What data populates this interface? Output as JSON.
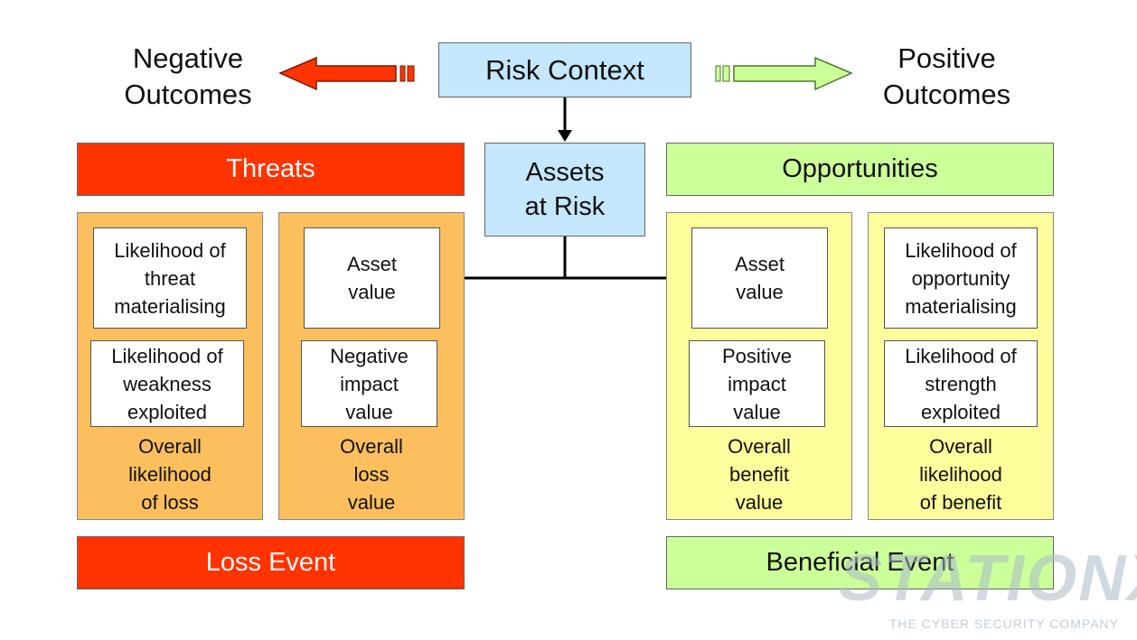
{
  "header": {
    "negative_line1": "Negative",
    "negative_line2": "Outcomes",
    "positive_line1": "Positive",
    "positive_line2": "Outcomes",
    "risk_context": "Risk Context"
  },
  "assets": {
    "line1": "Assets",
    "line2": "at Risk"
  },
  "threats": {
    "title": "Threats",
    "likelihood_threat": [
      "Likelihood of",
      "threat",
      "materialising"
    ],
    "likelihood_weakness": [
      "Likelihood of",
      "weakness",
      "exploited"
    ],
    "overall_likelihood": [
      "Overall",
      "likelihood",
      "of loss"
    ],
    "asset_value": [
      "Asset",
      "value"
    ],
    "negative_impact": [
      "Negative",
      "impact",
      "value"
    ],
    "overall_loss": [
      "Overall",
      "loss",
      "value"
    ],
    "event": "Loss Event"
  },
  "opportunities": {
    "title": "Opportunities",
    "asset_value": [
      "Asset",
      "value"
    ],
    "positive_impact": [
      "Positive",
      "impact",
      "value"
    ],
    "overall_benefit": [
      "Overall",
      "benefit",
      "value"
    ],
    "likelihood_opportunity": [
      "Likelihood of",
      "opportunity",
      "materialising"
    ],
    "likelihood_strength": [
      "Likelihood of",
      "strength",
      "exploited"
    ],
    "overall_likelihood": [
      "Overall",
      "likelihood",
      "of benefit"
    ],
    "event": "Beneficial Event"
  },
  "watermark": {
    "brand": "STATIONX",
    "tagline": "THE CYBER SECURITY COMPANY"
  },
  "colors": {
    "red": "#ff3300",
    "green": "#ccff99",
    "blue": "#c5e7fb",
    "orange": "#fbbf5d",
    "yellow": "#fdfd9b"
  }
}
